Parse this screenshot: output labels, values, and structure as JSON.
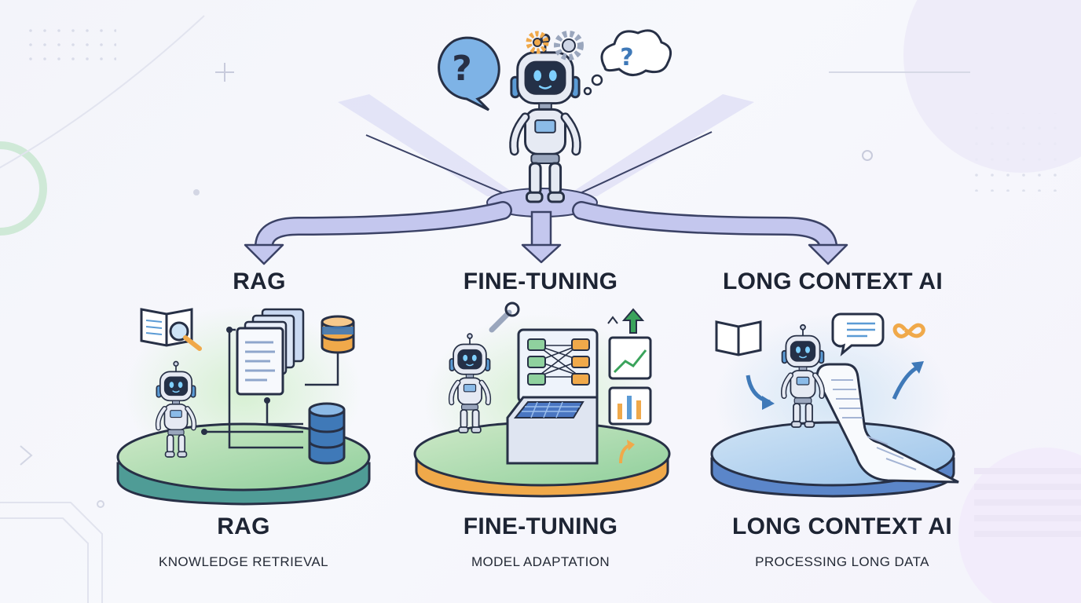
{
  "colors": {
    "path": "#c4c7ee",
    "path_stroke": "#3b4266",
    "robot_body": "#e6eaf3",
    "robot_screen": "#243047",
    "robot_accent": "#5b9bd5",
    "outline": "#273046",
    "green_platform": "#b9e3b6",
    "blue_platform": "#bfd8f2",
    "orange_accent": "#f0a94a"
  },
  "icons": [
    "question-bubble-icon",
    "gear-icon",
    "thought-cloud-icon",
    "book-icon",
    "magnifier-icon",
    "document-stack-icon",
    "database-icon",
    "wrench-icon",
    "neural-network-icon",
    "trend-chart-icon",
    "bar-chart-icon",
    "arrow-up-icon",
    "chat-bubble-icon",
    "infinity-icon",
    "scroll-icon"
  ],
  "branches": [
    {
      "heading": "RAG",
      "title": "RAG",
      "subtitle": "KNOWLEDGE RETRIEVAL"
    },
    {
      "heading": "FINE-TUNING",
      "title": "FINE-TUNING",
      "subtitle": "MODEL ADAPTATION"
    },
    {
      "heading": "LONG CONTEXT AI",
      "title": "LONG CONTEXT AI",
      "subtitle": "PROCESSING LONG DATA"
    }
  ],
  "question_mark": "?"
}
